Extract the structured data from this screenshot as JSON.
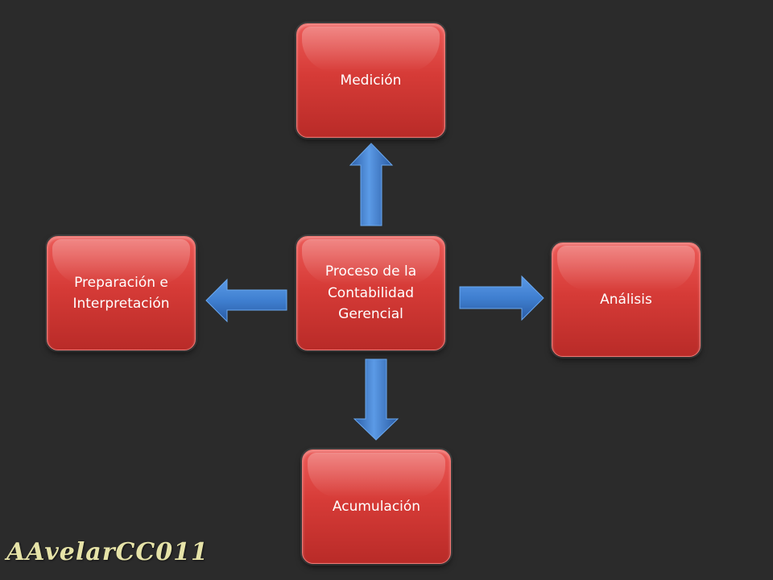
{
  "diagram": {
    "center": {
      "label": "Proceso de la\nContabilidad\nGerencial"
    },
    "top": {
      "label": "Medición"
    },
    "left": {
      "label": "Preparación e\nInterpretación"
    },
    "right": {
      "label": "Análisis"
    },
    "bottom": {
      "label": "Acumulación"
    }
  },
  "signature": "AAvelarCC011",
  "colors": {
    "background": "#2b2b2b",
    "node_fill": "#d63b37",
    "arrow_fill": "#3f7fd0",
    "signature": "#e6e3a8"
  }
}
